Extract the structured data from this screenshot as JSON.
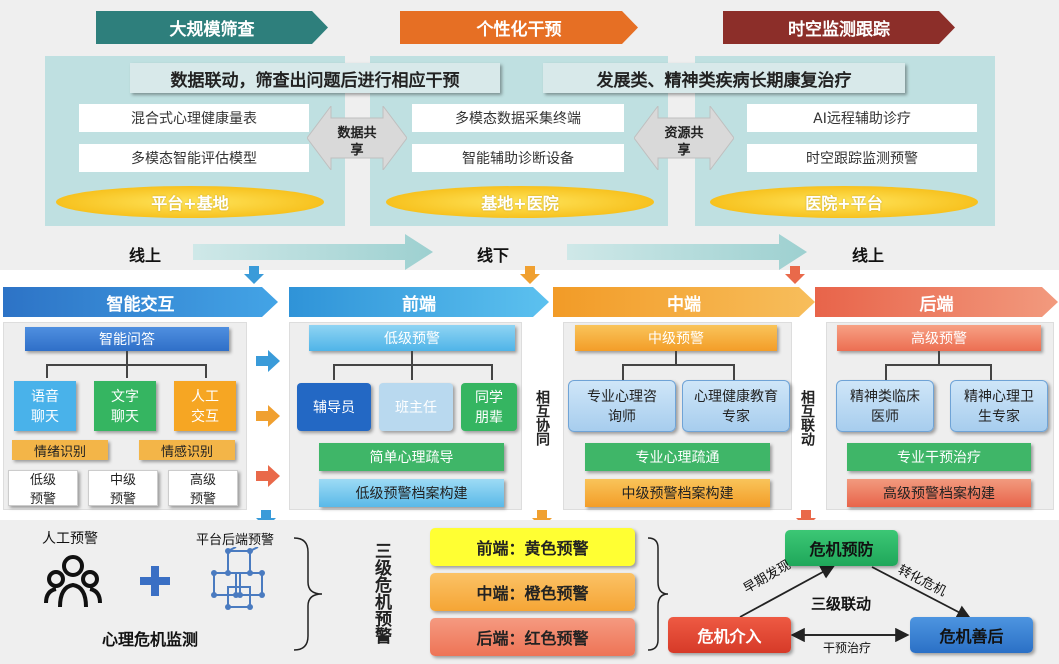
{
  "top": {
    "phases": [
      "大规模筛查",
      "个性化干预",
      "时空监测跟踪"
    ],
    "headline_left": "数据联动，筛查出问题后进行相应干预",
    "headline_right": "发展类、精神类疾病长期康复治疗",
    "col1": [
      "混合式心理健康量表",
      "多模态智能评估模型"
    ],
    "col2": [
      "多模态数据采集终端",
      "智能辅助诊断设备"
    ],
    "col3": [
      "AI远程辅助诊疗",
      "时空跟踪监测预警"
    ],
    "share_data": "数据共享",
    "share_resource": "资源共享",
    "ovals": [
      "平台+基地",
      "基地+医院",
      "医院+平台"
    ],
    "flow": [
      "线上",
      "线下",
      "线上"
    ]
  },
  "middle": {
    "headers": [
      "智能交互",
      "前端",
      "中端",
      "后端"
    ],
    "interaction": {
      "title": "智能问答",
      "chats": [
        "语音聊天",
        "文字聊天",
        "人工交互"
      ],
      "recog": [
        "情绪识别",
        "情感识别"
      ],
      "levels": [
        "低级预警",
        "中级预警",
        "高级预警"
      ]
    },
    "front": {
      "title": "低级预警",
      "roles": [
        "辅导员",
        "班主任",
        "同学朋辈"
      ],
      "action": "简单心理疏导",
      "archive": "低级预警档案构建"
    },
    "mid": {
      "title": "中级预警",
      "roles": [
        "专业心理咨询师",
        "心理健康教育专家"
      ],
      "action": "专业心理疏通",
      "archive": "中级预警档案构建"
    },
    "back": {
      "title": "高级预警",
      "roles": [
        "精神类临床医师",
        "精神心理卫生专家"
      ],
      "action": "专业干预治疗",
      "archive": "高级预警档案构建"
    },
    "coop1": "相互协同",
    "coop2": "相互联动"
  },
  "bottom": {
    "manual": "人工预警",
    "platform": "平台后端预警",
    "monitor": "心理危机监测",
    "crisis_label": "三级危机预警",
    "levels": [
      "前端：黄色预警",
      "中端：橙色预警",
      "后端：红色预警"
    ],
    "prevention": "危机预防",
    "intervention": "危机介入",
    "aftercare": "危机善后",
    "early": "早期发现",
    "transform": "转化危机",
    "treat": "干预治疗",
    "linkage": "三级联动"
  },
  "colors": {
    "teal": "#2e7d7b",
    "orange": "#e8702a",
    "darkred": "#8b2f2b",
    "blue": "#2f7fd4",
    "lightgray": "#efefef"
  }
}
